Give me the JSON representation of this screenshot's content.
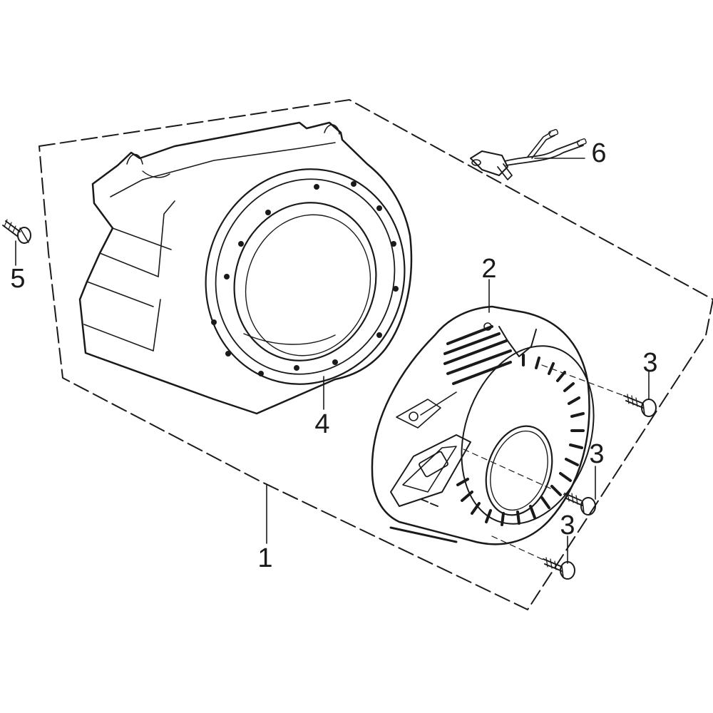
{
  "diagram": {
    "line_color": "#1a1a1a",
    "callouts": [
      {
        "id": "c1",
        "label": "1"
      },
      {
        "id": "c2",
        "label": "2"
      },
      {
        "id": "c3a",
        "label": "3"
      },
      {
        "id": "c3b",
        "label": "3"
      },
      {
        "id": "c3c",
        "label": "3"
      },
      {
        "id": "c4",
        "label": "4"
      },
      {
        "id": "c5",
        "label": "5"
      },
      {
        "id": "c6",
        "label": "6"
      }
    ]
  }
}
